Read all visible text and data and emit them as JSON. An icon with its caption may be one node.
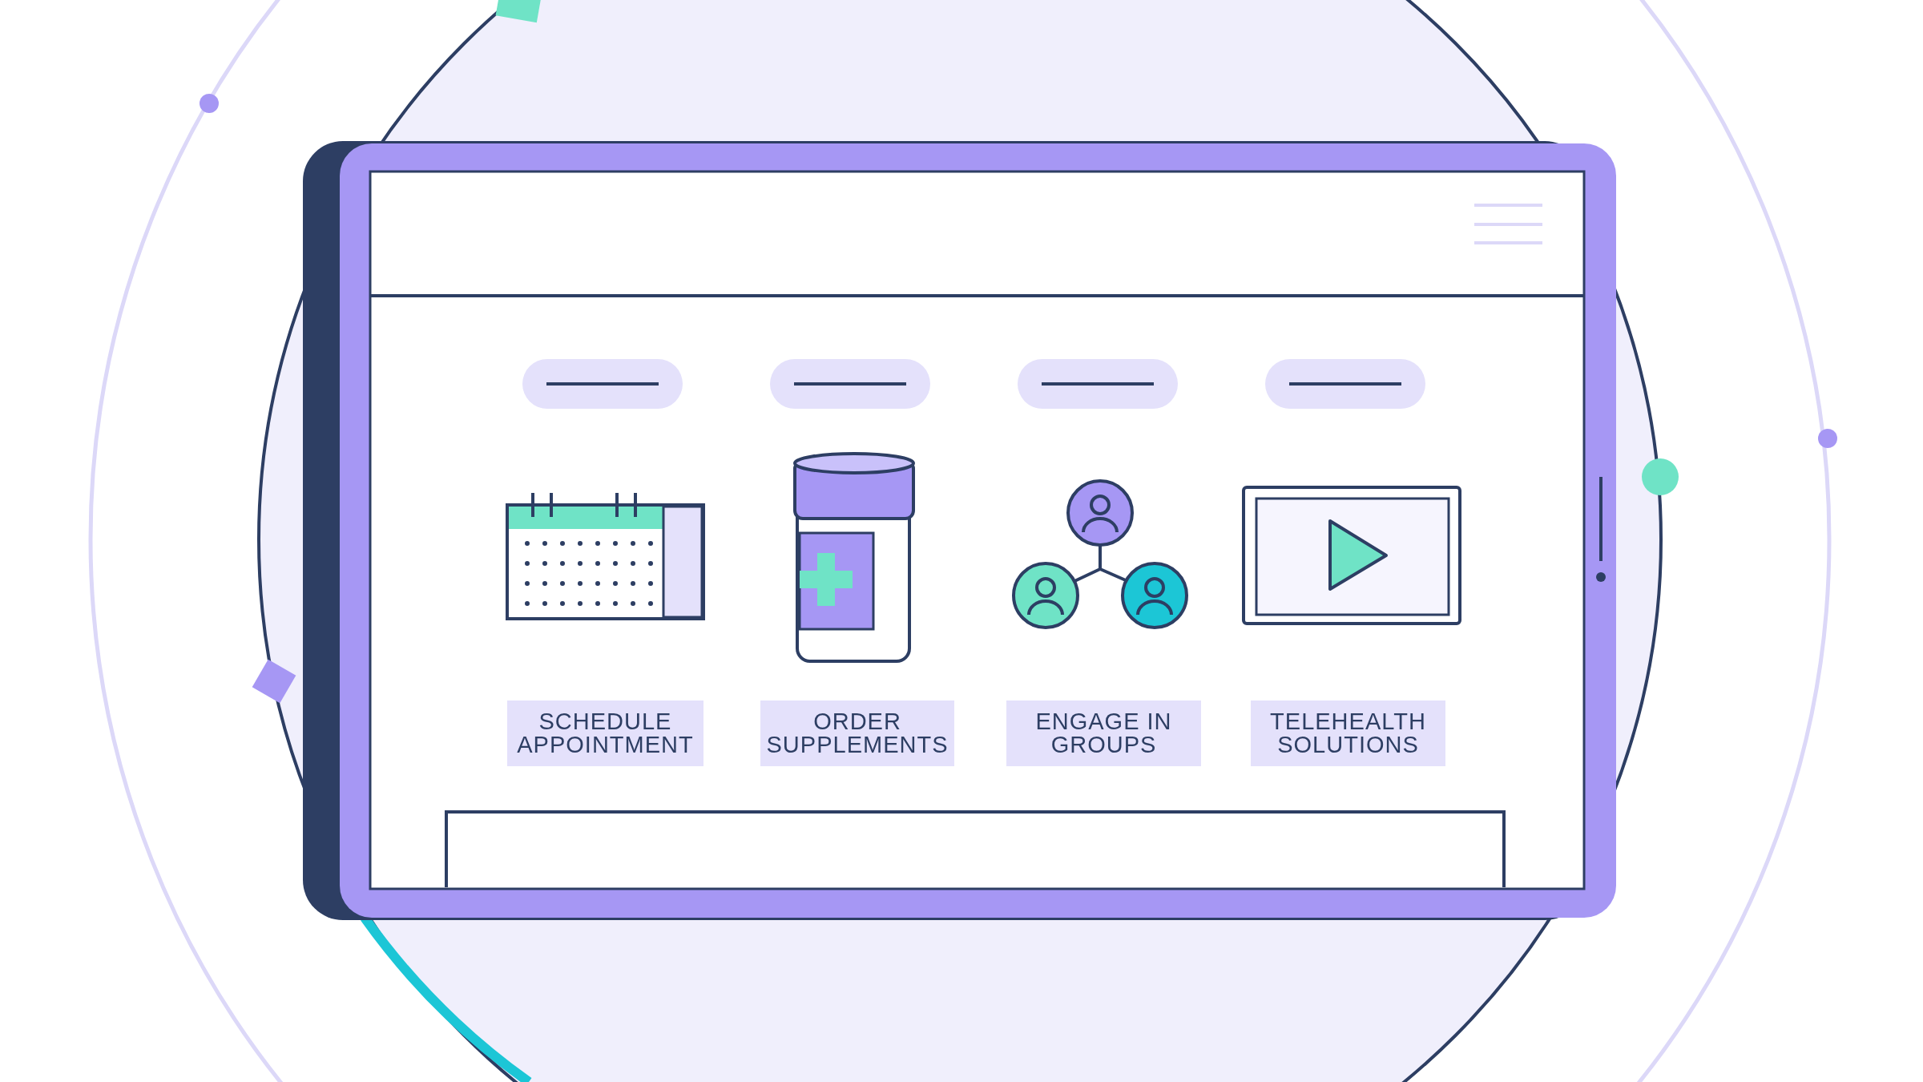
{
  "diagram": {
    "nodes": [
      {
        "text": [
          "SCHEDULE APPOINTMENT"
        ]
      },
      {
        "text": [
          "ORDER SUPPLEMENTS"
        ]
      },
      {
        "text": [
          "ENGAGE IN GROUPS"
        ]
      },
      {
        "text": [
          "TELEHEALTH SOLUTIONS"
        ]
      }
    ]
  }
}
